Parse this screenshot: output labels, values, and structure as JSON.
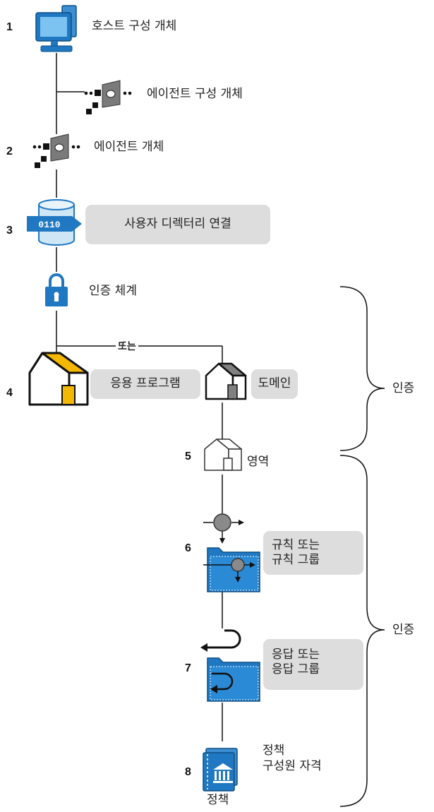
{
  "steps": {
    "s1": {
      "number": "1",
      "label": "호스트 구성 개체",
      "icon": "host-computer-icon"
    },
    "agent_config": {
      "label": "에이전트 구성 개체",
      "icon": "agent-icon"
    },
    "s2": {
      "number": "2",
      "label": "에이전트 개체",
      "icon": "agent-icon"
    },
    "s3": {
      "number": "3",
      "label": "사용자 디렉터리 연결",
      "icon": "user-directory-icon"
    },
    "auth_scheme": {
      "label": "인증 체계",
      "icon": "lock-icon"
    },
    "branch": {
      "or_label": "또는"
    },
    "s4": {
      "number": "4",
      "application_label": "응용 프로그램",
      "domain_label": "도메인",
      "icon": "house-icon"
    },
    "s5": {
      "number": "5",
      "label": "영역",
      "icon": "house-icon"
    },
    "s6": {
      "number": "6",
      "label": "규칙 또는\n규칙 그룹",
      "icon": "rule-folder-icon"
    },
    "s7": {
      "number": "7",
      "label": "응답 또는\n응답 그룹",
      "icon": "response-folder-icon"
    },
    "s8": {
      "number": "8",
      "label": "정책\n구성원 자격",
      "caption": "정책",
      "icon": "policy-book-icon"
    }
  },
  "brackets": {
    "top_label": "인증",
    "bottom_label": "인증"
  },
  "colors": {
    "blue": "#1f78c1",
    "blue_dark": "#0e4f86",
    "yellow": "#f5b800",
    "gray": "#808080",
    "bubble": "#dddddd",
    "line": "#111111"
  }
}
